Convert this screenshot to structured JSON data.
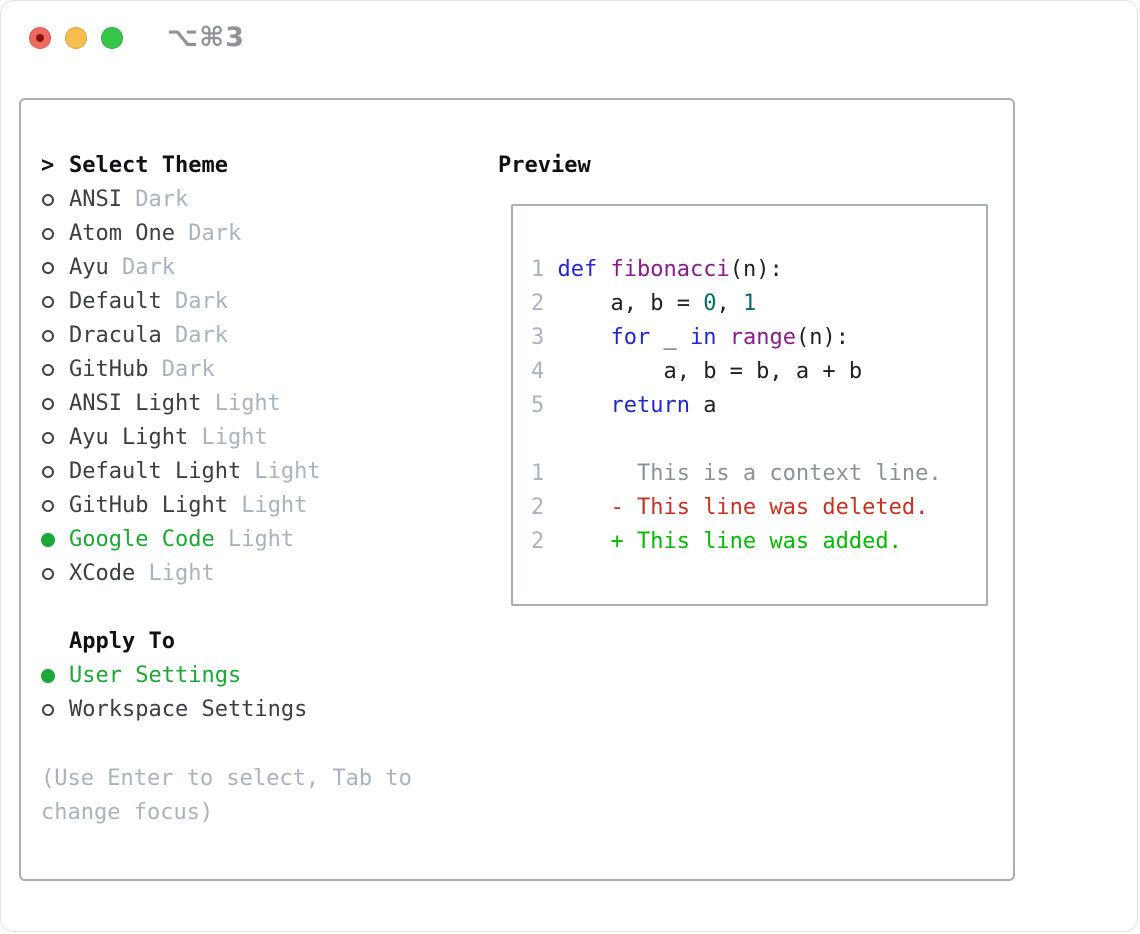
{
  "window": {
    "shortcut_label": "⌥⌘3",
    "traffic_lights": [
      {
        "name": "close",
        "color": "#ee6a5e",
        "has_dot": true
      },
      {
        "name": "minimize",
        "color": "#f5bd4d",
        "has_dot": false
      },
      {
        "name": "zoom",
        "color": "#37c549",
        "has_dot": false
      }
    ]
  },
  "theme_panel": {
    "title": "Select Theme",
    "cursor_char": ">",
    "themes": [
      {
        "name": "ANSI",
        "variant": "Dark",
        "selected": false
      },
      {
        "name": "Atom One",
        "variant": "Dark",
        "selected": false
      },
      {
        "name": "Ayu",
        "variant": "Dark",
        "selected": false
      },
      {
        "name": "Default",
        "variant": "Dark",
        "selected": false
      },
      {
        "name": "Dracula",
        "variant": "Dark",
        "selected": false
      },
      {
        "name": "GitHub",
        "variant": "Dark",
        "selected": false
      },
      {
        "name": "ANSI Light",
        "variant": "Light",
        "selected": false
      },
      {
        "name": "Ayu Light",
        "variant": "Light",
        "selected": false
      },
      {
        "name": "Default Light",
        "variant": "Light",
        "selected": false
      },
      {
        "name": "GitHub Light",
        "variant": "Light",
        "selected": false
      },
      {
        "name": "Google Code",
        "variant": "Light",
        "selected": true
      },
      {
        "name": "XCode",
        "variant": "Light",
        "selected": false
      }
    ],
    "apply_to": {
      "title": "Apply To",
      "options": [
        {
          "label": "User Settings",
          "selected": true
        },
        {
          "label": "Workspace Settings",
          "selected": false
        }
      ]
    },
    "help_text": "(Use Enter to select, Tab to change focus)"
  },
  "preview": {
    "title": "Preview",
    "code_lines": [
      {
        "num": "1",
        "tokens": [
          {
            "t": " ",
            "s": "pl"
          },
          {
            "t": "def",
            "s": "kw"
          },
          {
            "t": " ",
            "s": "pl"
          },
          {
            "t": "fibonacci",
            "s": "fn"
          },
          {
            "t": "(n):",
            "s": "pl"
          }
        ]
      },
      {
        "num": "2",
        "tokens": [
          {
            "t": "     a, b = ",
            "s": "pl"
          },
          {
            "t": "0",
            "s": "lit"
          },
          {
            "t": ", ",
            "s": "pl"
          },
          {
            "t": "1",
            "s": "lit"
          }
        ]
      },
      {
        "num": "3",
        "tokens": [
          {
            "t": "     ",
            "s": "pl"
          },
          {
            "t": "for",
            "s": "kw"
          },
          {
            "t": " _ ",
            "s": "pl"
          },
          {
            "t": "in",
            "s": "kw"
          },
          {
            "t": " ",
            "s": "pl"
          },
          {
            "t": "range",
            "s": "fn"
          },
          {
            "t": "(n):",
            "s": "pl"
          }
        ]
      },
      {
        "num": "4",
        "tokens": [
          {
            "t": "         a, b = b, a + b",
            "s": "pl"
          }
        ]
      },
      {
        "num": "5",
        "tokens": [
          {
            "t": "     ",
            "s": "pl"
          },
          {
            "t": "return",
            "s": "kw"
          },
          {
            "t": " a",
            "s": "pl"
          }
        ]
      }
    ],
    "diff_lines": [
      {
        "num": "1",
        "text": "       This is a context line.",
        "type": "context"
      },
      {
        "num": "2",
        "text": "     - This line was deleted.",
        "type": "deleted"
      },
      {
        "num": "2",
        "text": "     + This line was added.",
        "type": "added"
      }
    ]
  },
  "colors": {
    "accent_green": "#1ca834",
    "panel_border": "#a7aeb7",
    "muted_text": "#a9b3bf",
    "code_keyword": "#2328cc",
    "code_function": "#8b1a8b",
    "code_literal": "#0a6a6a",
    "diff_context": "#8a9299",
    "diff_deleted": "#c53222",
    "diff_added": "#03b903"
  }
}
